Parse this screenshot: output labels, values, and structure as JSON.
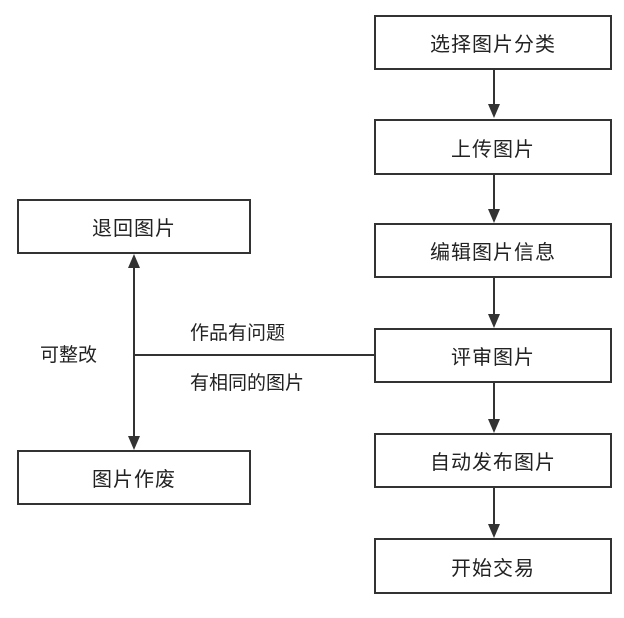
{
  "nodes": {
    "select_category": "选择图片分类",
    "upload": "上传图片",
    "edit_info": "编辑图片信息",
    "review": "评审图片",
    "auto_publish": "自动发布图片",
    "start_trade": "开始交易",
    "return": "退回图片",
    "void": "图片作废"
  },
  "labels": {
    "problem": "作品有问题",
    "duplicate": "有相同的图片",
    "fixable": "可整改"
  },
  "colors": {
    "line": "#333333",
    "border": "#333333",
    "text": "#222222"
  }
}
